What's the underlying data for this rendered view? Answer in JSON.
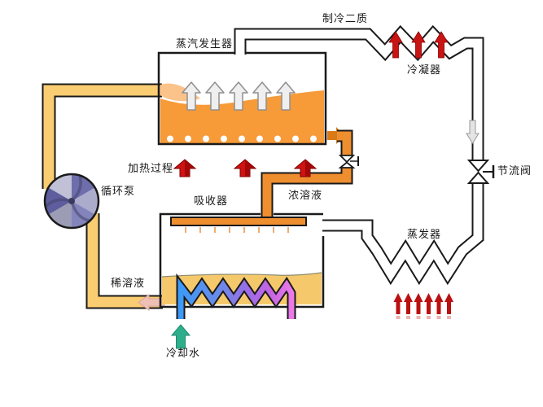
{
  "diagram": {
    "labels": {
      "refrigerant": "制冷二质",
      "steam_generator": "蒸汽发生器",
      "condenser": "冷凝器",
      "throttle_valve": "节流阀",
      "heating_process": "加热过程",
      "circulation_pump": "循环泵",
      "absorber": "吸收器",
      "concentrated_solution": "浓溶液",
      "evaporator": "蒸发器",
      "dilute_solution": "稀溶液",
      "cooling_water": "冷却水"
    },
    "colors": {
      "outline": "#1a1a1a",
      "pipe_yellow": "#FACD72",
      "pipe_orange": "#EE8E2F",
      "orange_dark": "#D97A18",
      "generator_liquid": "#F79A38",
      "generator_splash": "#FBC28A",
      "tank_liquid": "#F5C96B",
      "steam_arrow": "#EFEFEF",
      "heat_red": "#CF1212",
      "heat_red_dark": "#A30808",
      "condenser_red": "#C81414",
      "evaporator_red": "#BB1010",
      "cooling_green": "#2FAE8C",
      "dilute_pink": "#EFC0B6",
      "coil_blue": "#3B9AF8",
      "coil_purple": "#9B6CE8",
      "coil_magenta": "#EE7AEA"
    },
    "counts": {
      "steam_arrows": 5,
      "bubbles": 9,
      "heating_arrows": 3,
      "condenser_arrows": 3,
      "evaporator_arrows": 6,
      "sprayer_drips": 8
    }
  }
}
